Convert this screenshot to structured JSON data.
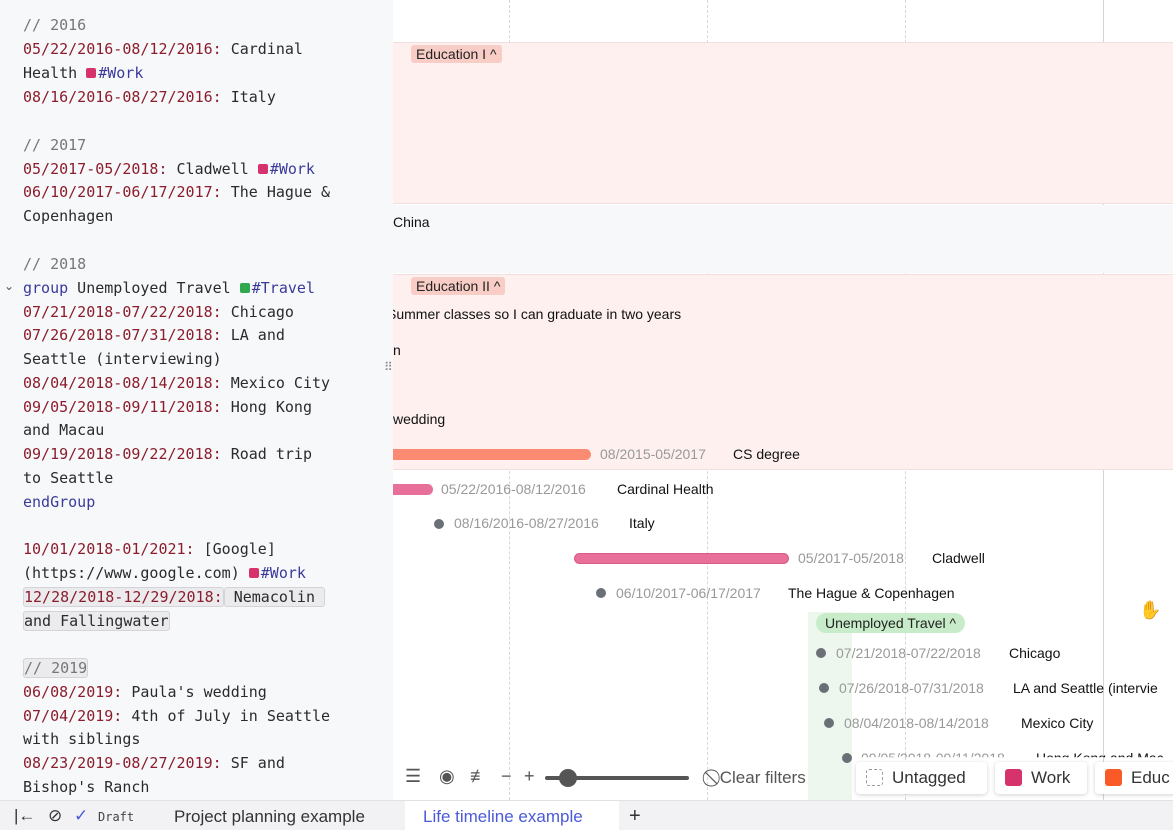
{
  "editor": {
    "lines": [
      {
        "comment": "// 2016"
      },
      {
        "date": "05/22/2016-08/12/2016:",
        "text": " Cardinal"
      },
      {
        "text": "Health ",
        "tag": "#Work",
        "tag_color": "#d6336c"
      },
      {
        "date": "08/16/2016-08/27/2016:",
        "text": " Italy"
      },
      {
        "comment": "// 2017"
      },
      {
        "date": "05/2017-05/2018:",
        "text": " Cladwell ",
        "tag": "#Work",
        "tag_color": "#d6336c"
      },
      {
        "date": "06/10/2017-06/17/2017:",
        "text": " The Hague &"
      },
      {
        "text": "Copenhagen"
      },
      {
        "comment": "// 2018"
      },
      {
        "kw": "group",
        "text": " Unemployed Travel ",
        "tag": "#Travel",
        "tag_color": "#2fa84f"
      },
      {
        "date": "07/21/2018-07/22/2018:",
        "text": " Chicago"
      },
      {
        "date": "07/26/2018-07/31/2018:",
        "text": " LA and"
      },
      {
        "text": "Seattle (interviewing)"
      },
      {
        "date": "08/04/2018-08/14/2018:",
        "text": " Mexico City"
      },
      {
        "date": "09/05/2018-09/11/2018:",
        "text": " Hong Kong"
      },
      {
        "text": "and Macau"
      },
      {
        "date": "09/19/2018-09/22/2018:",
        "text": " Road trip"
      },
      {
        "text": "to Seattle"
      },
      {
        "kw": "endGroup"
      },
      {
        "date": "10/01/2018-01/2021:",
        "text": " [Google]"
      },
      {
        "text": "(https://www.google.com) ",
        "tag": "#Work",
        "tag_color": "#d6336c"
      },
      {
        "date": "12/28/2018-12/29/2018:",
        "text": " Nemacolin "
      },
      {
        "text": "and Fallingwater"
      },
      {
        "comment": "// 2019"
      },
      {
        "date": "06/08/2019:",
        "text": " Paula's wedding"
      },
      {
        "date": "07/04/2019:",
        "text": " 4th of July in Seattle"
      },
      {
        "text": "with siblings"
      },
      {
        "date": "08/23/2019-08/27/2019:",
        "text": " SF and"
      },
      {
        "text": "Bishop's Ranch"
      }
    ]
  },
  "timeline": {
    "group_labels": {
      "education_1": "Education I ^",
      "education_2": "Education II ^",
      "travel": "Unemployed Travel ^"
    },
    "partial_labels": {
      "china": "China",
      "summer": "Summer classes so I can graduate in two years",
      "n": "n",
      "wedding": "wedding"
    },
    "events": [
      {
        "date": "08/2015-05/2017",
        "title": "CS degree",
        "color": "#fb8a72"
      },
      {
        "date": "05/22/2016-08/12/2016",
        "title": "Cardinal Health",
        "color": "#e76f9a"
      },
      {
        "date": "08/16/2016-08/27/2016",
        "title": "Italy"
      },
      {
        "date": "05/2017-05/2018",
        "title": "Cladwell",
        "color": "#e76f9a"
      },
      {
        "date": "06/10/2017-06/17/2017",
        "title": "The Hague & Copenhagen"
      },
      {
        "date": "07/21/2018-07/22/2018",
        "title": "Chicago"
      },
      {
        "date": "07/26/2018-07/31/2018",
        "title": "LA and Seattle (intervie"
      },
      {
        "date": "08/04/2018-08/14/2018",
        "title": "Mexico City"
      },
      {
        "date": "09/05/2018-09/11/2018",
        "title": "Hong Kong and Mac"
      }
    ]
  },
  "toolbar": {
    "clear_filters": "Clear filters",
    "tags": [
      {
        "label": "Untagged",
        "color": ""
      },
      {
        "label": "Work",
        "color": "#d6336c"
      },
      {
        "label": "Educ",
        "color": "#fa5a28"
      }
    ]
  },
  "bottombar": {
    "status": "Draft",
    "tabs": [
      "Project planning example",
      "Life timeline example"
    ],
    "add_tab": "+"
  }
}
